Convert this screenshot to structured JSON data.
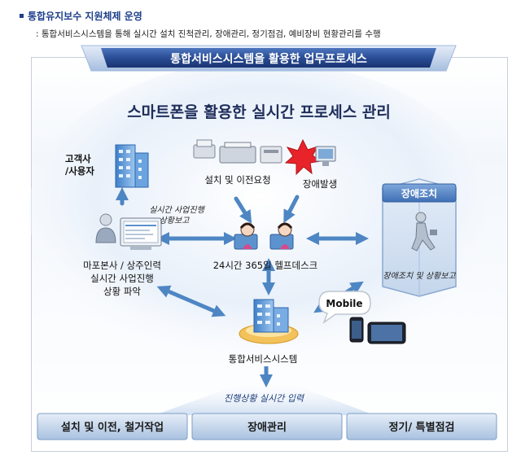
{
  "header": {
    "title": "통합유지보수 지원체제 운영",
    "description": ": 통합서비스시스템을 통해 실시간 설치 진척관리, 장애관리, 정기점검, 예비장비 현황관리를 수행"
  },
  "diagram": {
    "banner_title": "통합서비스시스템을 활용한 업무프로세스",
    "headline": "스마트폰을 활용한 실시간 프로세스 관리",
    "nodes": {
      "customer": "고객사\n/사용자",
      "install_request": "설치 및 이전요청",
      "failure": "장애발생",
      "fault_action_title": "장애조치",
      "fault_action_report": "장애조치 및 상황보고",
      "realtime_report": "실시간 사업진행\n상황보고",
      "hq": "마포본사 / 상주인력\n실시간 사업진행\n상황 파악",
      "helpdesk": "24시간 365일 헬프데스크",
      "mobile": "Mobile",
      "system": "통합서비스시스템",
      "progress_input": "진행상황 실시간 입력"
    },
    "bottom_tabs": [
      "설치 및 이전, 철거작업",
      "장애관리",
      "정기/ 특별점검"
    ]
  },
  "colors": {
    "header_text": "#1d3f8c",
    "banner": "#2a4d95",
    "headline": "#1f2d5a",
    "arrow": "#4e86c4",
    "tab_top": "#e2ecf7",
    "tab_bottom": "#a9c2e0"
  }
}
